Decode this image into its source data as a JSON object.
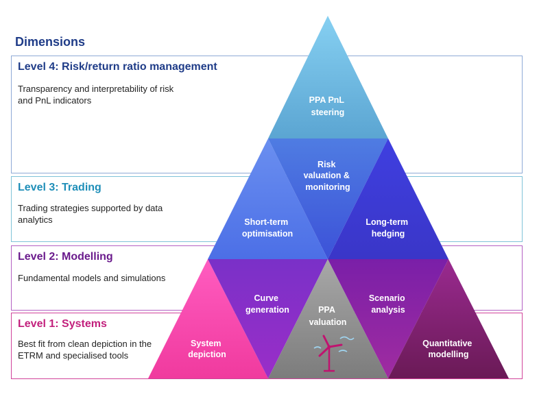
{
  "heading": "Dimensions",
  "levels": {
    "l4": {
      "title": "Level 4: Risk/return ratio management",
      "desc": "Transparency and interpretability of risk and PnL indicators"
    },
    "l3": {
      "title": "Level 3: Trading",
      "desc": "Trading strategies supported by data analytics"
    },
    "l2": {
      "title": "Level 2: Modelling",
      "desc": "Fundamental models and simulations"
    },
    "l1": {
      "title": "Level 1: Systems",
      "desc": "Best fit from clean depiction in the ETRM and specialised tools"
    }
  },
  "pyramid": {
    "ppa_pnl": [
      "PPA PnL",
      "steering"
    ],
    "risk_val": [
      "Risk",
      "valuation &",
      "monitoring"
    ],
    "short_term": [
      "Short-term",
      "optimisation"
    ],
    "long_term": [
      "Long-term",
      "hedging"
    ],
    "curve": [
      "Curve",
      "generation"
    ],
    "ppa_val": [
      "PPA",
      "valuation"
    ],
    "scenario": [
      "Scenario",
      "analysis"
    ],
    "system": [
      "System",
      "depiction"
    ],
    "quant": [
      "Quantitative",
      "modelling"
    ]
  },
  "colors": {
    "level4": "#1f3c88",
    "level3": "#1e8eb8",
    "level2": "#6a1a8c",
    "level1": "#c21f7c",
    "top_triangle": "#6fb4dc",
    "trading_blue": "#4a5ee0",
    "modelling_purple": "#8b2cc0",
    "system_pink": "#f03ea0",
    "ppa_grey": "#8c8c8c",
    "quant_plum": "#7a1860"
  },
  "icons": [
    "wind-turbine-icon"
  ]
}
